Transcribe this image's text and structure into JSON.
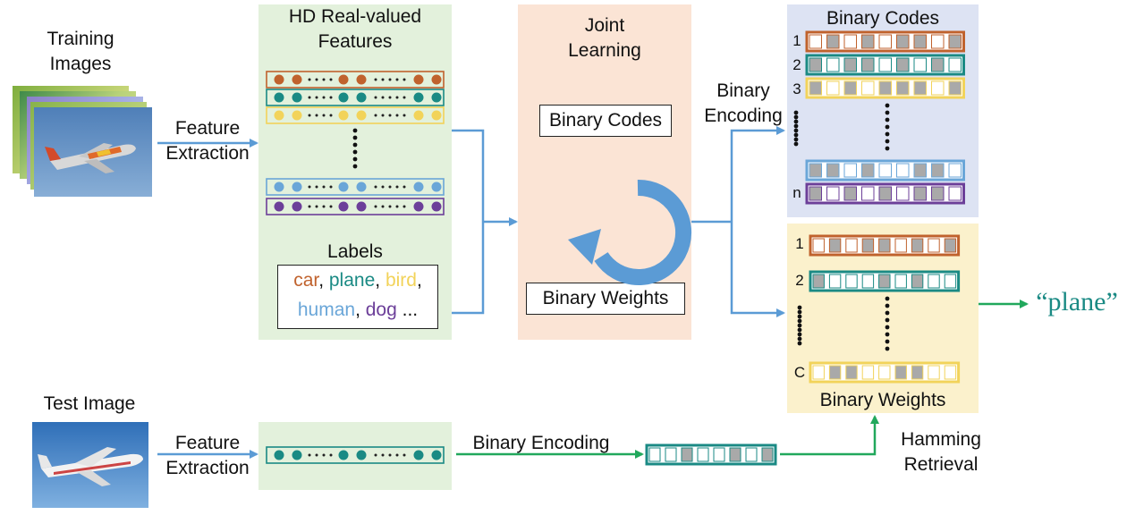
{
  "colors": {
    "orange": "#c0622d",
    "teal": "#1a8a84",
    "yellow": "#f2d35a",
    "blue": "#6aa6d8",
    "purple": "#6c3f99",
    "arrow_blue": "#5b9bd5",
    "arrow_green": "#21a85c",
    "green_panel": "#e3f1dc",
    "salmon_panel": "#fbe4d5",
    "lavender_panel": "#dde3f3",
    "cream_panel": "#fbf1cc",
    "gray_cell": "#a9a9a9"
  },
  "icons": [
    "plane-photo",
    "cycle-arrow-icon"
  ],
  "training": {
    "title_line1": "Training",
    "title_line2": "Images"
  },
  "feature_extraction": {
    "line1": "Feature",
    "line2": "Extraction"
  },
  "features_panel": {
    "title_line1": "HD Real-valued",
    "title_line2": "Features"
  },
  "labels_panel": {
    "title": "Labels",
    "line1": [
      {
        "text": "car",
        "color": "orange"
      },
      {
        "text": ", ",
        "color": "black"
      },
      {
        "text": "plane",
        "color": "teal"
      },
      {
        "text": ", ",
        "color": "black"
      },
      {
        "text": "bird",
        "color": "yellow"
      },
      {
        "text": ",",
        "color": "black"
      }
    ],
    "line2": [
      {
        "text": "human",
        "color": "blue"
      },
      {
        "text": ", ",
        "color": "black"
      },
      {
        "text": "dog",
        "color": "purple"
      },
      {
        "text": " ...",
        "color": "black"
      }
    ]
  },
  "joint": {
    "title_line1": "Joint",
    "title_line2": "Learning",
    "codes_label": "Binary Codes",
    "weights_label": "Binary Weights"
  },
  "binary_encoding": {
    "line1": "Binary",
    "line2": "Encoding"
  },
  "codes_panel": {
    "title": "Binary Codes",
    "row_labels": [
      "1",
      "2",
      "3",
      "n"
    ],
    "rows": [
      {
        "color": "orange",
        "cells": [
          0,
          1,
          0,
          1,
          0,
          1,
          1,
          0,
          1
        ]
      },
      {
        "color": "teal",
        "cells": [
          1,
          0,
          1,
          1,
          0,
          1,
          0,
          1,
          0
        ]
      },
      {
        "color": "yellow",
        "cells": [
          1,
          0,
          1,
          0,
          1,
          1,
          1,
          0,
          1
        ]
      },
      {
        "color": "blue",
        "cells": [
          1,
          1,
          0,
          1,
          0,
          0,
          1,
          1,
          0
        ]
      },
      {
        "color": "purple",
        "cells": [
          1,
          0,
          1,
          0,
          1,
          0,
          1,
          1,
          0
        ]
      }
    ]
  },
  "weights_panel": {
    "title": "Binary Weights",
    "row_labels": [
      "1",
      "2",
      "C"
    ],
    "rows": [
      {
        "color": "orange",
        "cells": [
          0,
          1,
          0,
          1,
          1,
          0,
          1,
          0,
          1
        ]
      },
      {
        "color": "teal",
        "cells": [
          1,
          0,
          0,
          0,
          1,
          0,
          1,
          0,
          0
        ]
      },
      {
        "color": "yellow",
        "cells": [
          0,
          1,
          1,
          0,
          0,
          1,
          1,
          0,
          0
        ]
      }
    ]
  },
  "result": {
    "text": "“plane”"
  },
  "test": {
    "title": "Test Image",
    "encoding_label": "Binary Encoding",
    "hamming_line1": "Hamming",
    "hamming_line2": "Retrieval",
    "code_cells": [
      0,
      0,
      1,
      0,
      0,
      1,
      0,
      1
    ]
  }
}
